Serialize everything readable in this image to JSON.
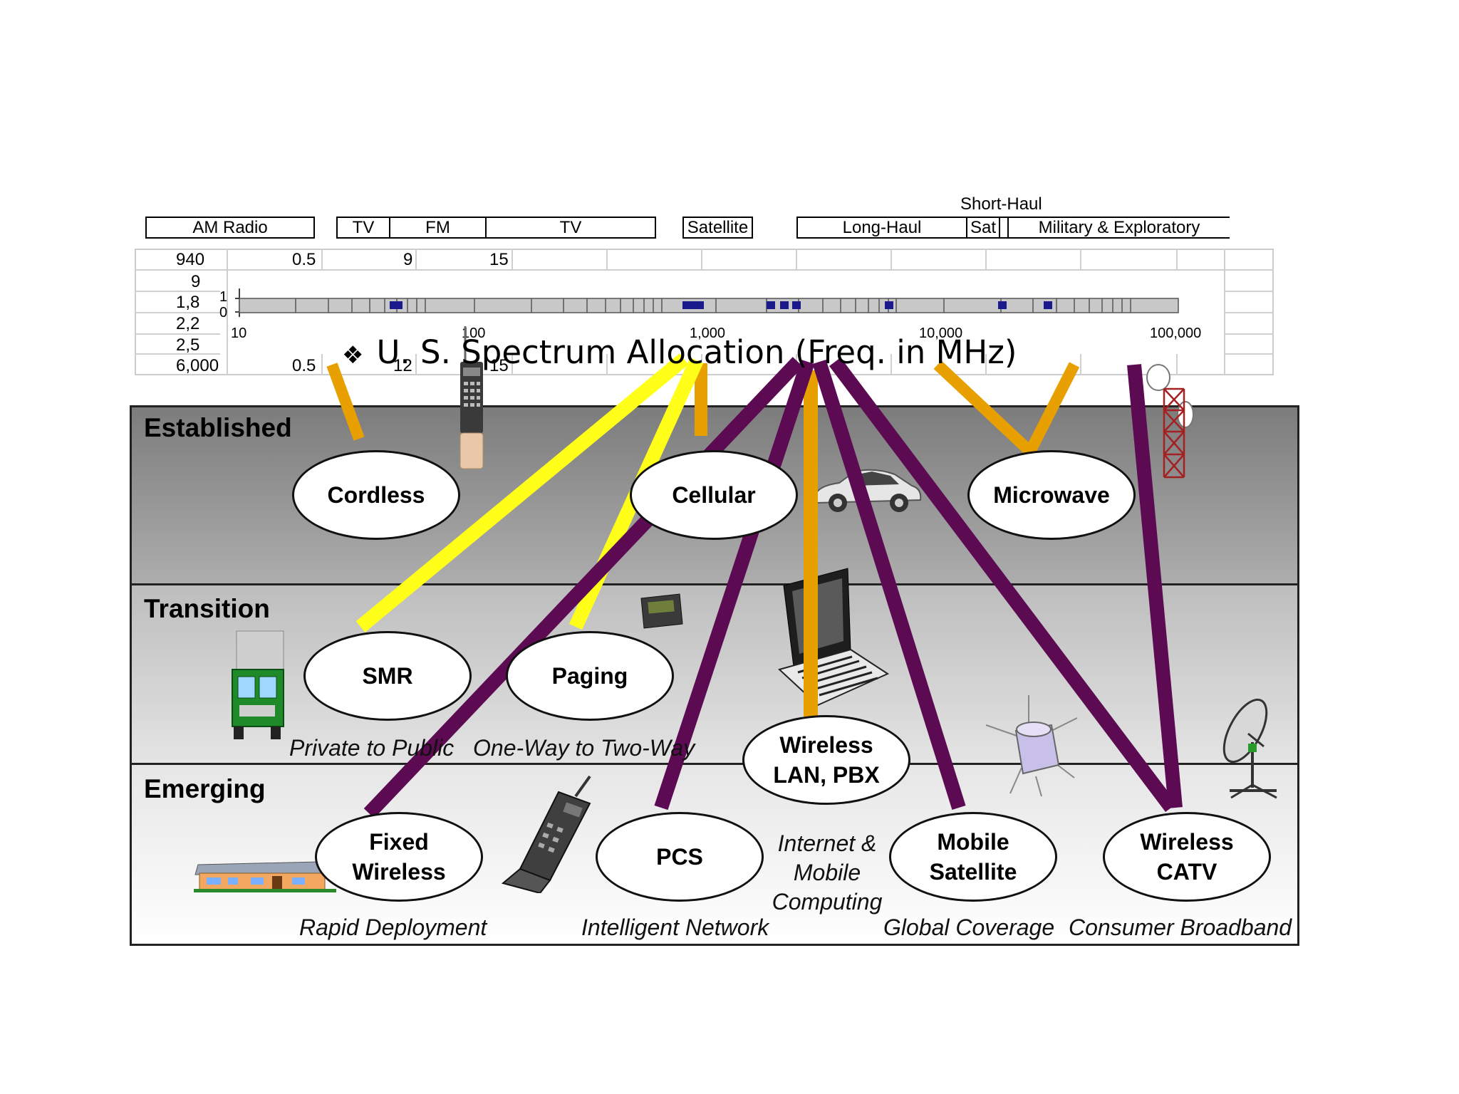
{
  "header": {
    "short_haul_label": "Short-Haul",
    "bands": [
      "AM Radio",
      "TV",
      "FM",
      "TV",
      "Satellite",
      "Long-Haul",
      "Sat",
      "Military & Exploratory"
    ]
  },
  "table": {
    "row1": [
      "940",
      "0.5",
      "9",
      "15"
    ],
    "row2_col1": "9",
    "row3_col1": "1,8",
    "row4_col1": "2,2",
    "row5_col1": "2,5",
    "row6": [
      "6,000",
      "0.5",
      "12",
      "15"
    ],
    "axis_minor": [
      "1",
      "0"
    ],
    "axis_ticks": [
      "10",
      "100",
      "1,000",
      "10,000",
      "100,000"
    ]
  },
  "title": {
    "bullet": "❖",
    "text": "U. S. Spectrum Allocation (Freq. in MHz)"
  },
  "tiers": {
    "established": "Established",
    "transition": "Transition",
    "emerging": "Emerging"
  },
  "services": {
    "cordless": "Cordless",
    "cellular": "Cellular",
    "microwave": "Microwave",
    "smr": "SMR",
    "paging": "Paging",
    "wireless_lan": "Wireless LAN, PBX",
    "fixed_wireless": "Fixed Wireless",
    "pcs": "PCS",
    "mobile_satellite": "Mobile Satellite",
    "wireless_catv": "Wireless CATV"
  },
  "captions": {
    "private_to_public": "Private to Public",
    "one_way": "One-Way to Two-Way",
    "internet_mobile": "Internet & Mobile Computing",
    "rapid_deployment": "Rapid Deployment",
    "intelligent_network": "Intelligent Network",
    "global_coverage": "Global Coverage",
    "consumer_broadband": "Consumer Broadband"
  },
  "colors": {
    "orange": "#e8a000",
    "yellow": "#ffff1a",
    "purple": "#5c0a52",
    "spectrum_marker": "#1a1a8c"
  },
  "icons": [
    "brick-phone-icon",
    "car-icon",
    "radio-tower-icon",
    "truck-icon",
    "pager-icon",
    "laptop-icon",
    "satellite-icon",
    "satellite-dish-icon",
    "house-icon",
    "cell-phone-icon"
  ]
}
